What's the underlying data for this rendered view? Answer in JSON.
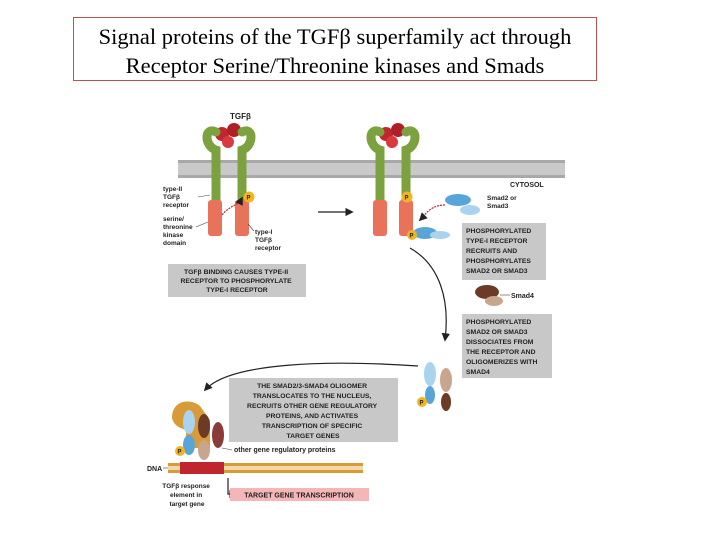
{
  "title": {
    "line1": "Signal proteins of the TGFβ superfamily act through",
    "line2": "Receptor Serine/Threonine kinases and Smads"
  },
  "diagram": {
    "tgfb_label": "TGFβ",
    "cytosol_label": "CYTOSOL",
    "type2_label": [
      "type-II",
      "TGFβ",
      "receptor"
    ],
    "kinase_label": [
      "serine/",
      "threonine",
      "kinase",
      "domain"
    ],
    "type1_label": [
      "type-I",
      "TGFβ",
      "receptor"
    ],
    "smad23_label": [
      "Smad2 or",
      "Smad3"
    ],
    "smad4_label": "Smad4",
    "p_label": "P",
    "step1": [
      "TGFβ BINDING CAUSES TYPE-II",
      "RECEPTOR TO PHOSPHORYLATE",
      "TYPE-I RECEPTOR"
    ],
    "step2": [
      "PHOSPHORYLATED",
      "TYPE-I RECEPTOR",
      "RECRUITS AND",
      "PHOSPHORYLATES",
      "SMAD2 OR SMAD3"
    ],
    "step3": [
      "PHOSPHORYLATED",
      "SMAD2 OR SMAD3",
      "DISSOCIATES FROM",
      "THE RECEPTOR AND",
      "OLIGOMERIZES WITH",
      "SMAD4"
    ],
    "step4": [
      "THE SMAD2/3-SMAD4 OLIGOMER",
      "TRANSLOCATES TO THE NUCLEUS,",
      "RECRUITS OTHER GENE REGULATORY",
      "PROTEINS, AND ACTIVATES",
      "TRANSCRIPTION OF SPECIFIC",
      "TARGET GENES"
    ],
    "other_regulatory": "other gene regulatory proteins",
    "dna_label": "DNA",
    "response_element": [
      "TGFβ response",
      "element in",
      "target gene"
    ],
    "transcription": "TARGET GENE TRANSCRIPTION"
  },
  "colors": {
    "membrane": "#c9c9c9",
    "receptor_green": "#7ba23f",
    "kinase_orange": "#e8735a",
    "ligand_red": "#c0262d",
    "phospho_yellow": "#f2b51d",
    "smad23_blue": "#5aa5d8",
    "smad4_brown": "#6b3b26",
    "gray_box": "#c8c8c8",
    "pink_box": "#f4b6b6",
    "dna_tan": "#d99a3a",
    "dna_red": "#c0262d",
    "title_border": "#c0504d"
  }
}
